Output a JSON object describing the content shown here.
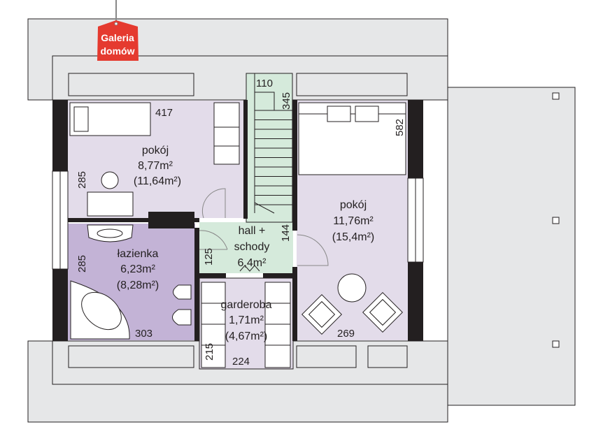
{
  "logo": {
    "line1": "Galeria",
    "line2": "domów",
    "color": "#e53a2f"
  },
  "colors": {
    "roof": "#e6e7e8",
    "wall": "#231f20",
    "room": "#e3dcea",
    "bathroom": "#c3b3d6",
    "hall": "#d5eadb"
  },
  "rooms": {
    "room_left": {
      "name": "pokój",
      "area": "8,77m²",
      "gross": "(11,64m²)",
      "dim_width": "417",
      "dim_height": "285"
    },
    "bathroom": {
      "name": "łazienka",
      "area": "6,23m²",
      "gross": "(8,28m²)",
      "dim_width": "303",
      "dim_height": "285"
    },
    "hall": {
      "name_line1": "hall +",
      "name_line2": "schody",
      "area": "6,4m²",
      "dim_a": "125",
      "dim_b": "144"
    },
    "stairs": {
      "dim_width": "110",
      "dim_length": "345"
    },
    "wardrobe": {
      "name": "garderoba",
      "area": "1,71m²",
      "gross": "(4,67m²)",
      "dim_width": "224",
      "dim_height": "215"
    },
    "room_right": {
      "name": "pokój",
      "area": "11,76m²",
      "gross": "(15,4m²)",
      "dim_width": "269",
      "dim_height": "582"
    }
  }
}
